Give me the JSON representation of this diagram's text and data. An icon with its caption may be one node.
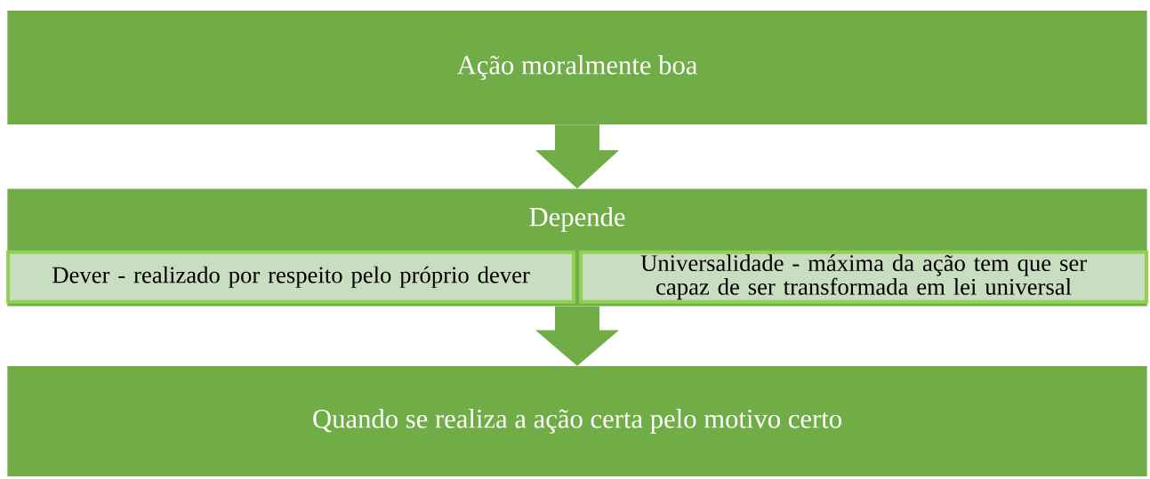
{
  "diagram": {
    "nodes": [
      {
        "text": [
          "Ação moralmente boa"
        ]
      },
      {
        "text": [
          "Depende"
        ]
      },
      {
        "text": [
          "Dever - realizado por respeito pelo próprio dever"
        ],
        "in": 1
      },
      {
        "text": [
          "Universalidade - máxima da ação tem que ser capaz de ser transformada em lei universal"
        ],
        "in": 1
      },
      {
        "text": [
          "Quando se realiza a ação certa pelo motivo certo"
        ]
      }
    ],
    "edges": [
      {
        "from": 0,
        "to": 1,
        "arrow": "to"
      },
      {
        "from": 1,
        "to": 4,
        "arrow": "to"
      }
    ]
  }
}
